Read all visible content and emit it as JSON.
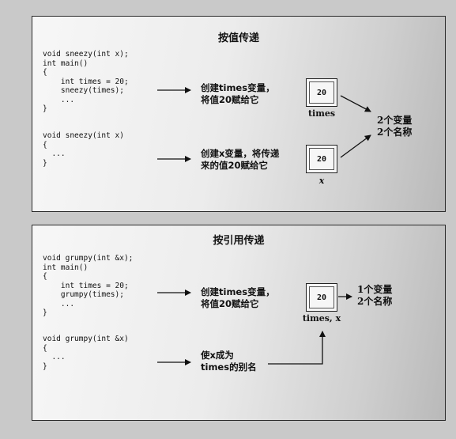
{
  "panel_by_value": {
    "title": "按值传递",
    "code_block_1": [
      "void sneezy(int x);",
      "int main()",
      "{",
      "    int times = 20;",
      "    sneezy(times);",
      "    ...",
      "}"
    ],
    "code_block_2": [
      "void sneezy(int x)",
      "{",
      "  ...",
      "}"
    ],
    "desc_1": [
      "创建times变量，",
      "将值20赋给它"
    ],
    "desc_2": [
      "创建x变量，将传递",
      "来的值20赋给它"
    ],
    "box_1_value": "20",
    "box_1_label": "times",
    "box_2_value": "20",
    "box_2_label": "x",
    "summary": [
      "2个变量",
      "2个名称"
    ]
  },
  "panel_by_reference": {
    "title": "按引用传递",
    "code_block_1": [
      "void grumpy(int &x);",
      "int main()",
      "{",
      "    int times = 20;",
      "    grumpy(times);",
      "    ...",
      "}"
    ],
    "code_block_2": [
      "void grumpy(int &x)",
      "{",
      "  ...",
      "}"
    ],
    "desc_1": [
      "创建times变量，",
      "将值20赋给它"
    ],
    "desc_2": [
      "使x成为",
      "times的别名"
    ],
    "box_value": "20",
    "box_label": "times, x",
    "summary": [
      "1个变量",
      "2个名称"
    ]
  }
}
